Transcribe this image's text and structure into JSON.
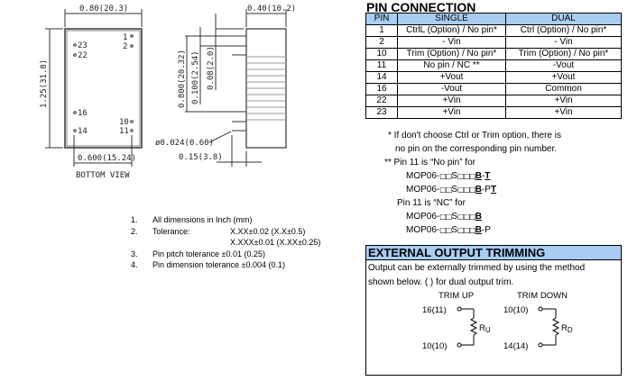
{
  "drawing": {
    "width_dim": "0.80(20.3)",
    "height_dim": "1.25(31.8)",
    "pin_span_dim": "0.600(15.24)",
    "bottom_view_label": "BOTTOM VIEW",
    "pins": {
      "p1": "1",
      "p2": "2",
      "p23": "23",
      "p22": "22",
      "p16": "16",
      "p10": "10",
      "p14": "14",
      "p11": "11"
    },
    "depth_dim": "0.40(10.2)",
    "pin_row_dim": "0.800(20.32)",
    "pitch_dim": "0.100(2.54)",
    "offset_dim": "0.08(2.0)",
    "pin_dia_dim": "ø0.024(0.60)",
    "pin_len_dim": "0.15(3.8)"
  },
  "dimensions_notes": [
    {
      "num": "1.",
      "text": "All dimensions in Inch (mm)"
    },
    {
      "num": "2.",
      "text": "Tolerance:",
      "v1": "X.XX±0.02 (X.X±0.5)",
      "v2": "X.XXX±0.01 (X.XX±0.25)"
    },
    {
      "num": "3.",
      "text": "Pin pitch tolerance ±0.01 (0.25)"
    },
    {
      "num": "4.",
      "text": "Pin dimension tolerance ±0.004 (0.1)"
    }
  ],
  "pin_connection": {
    "title": "PIN CONNECTION",
    "headers": [
      "PIN",
      "SINGLE",
      "DUAL"
    ],
    "rows": [
      [
        "1",
        "CtrlL (Option) / No pin*",
        "Ctrl (Option) / No pin*"
      ],
      [
        "2",
        "- Vin",
        "- Vin"
      ],
      [
        "10",
        "Trim (Option) / No pin*",
        "Trim (Option) / No pin*"
      ],
      [
        "11",
        "No pin / NC **",
        "-Vout"
      ],
      [
        "14",
        "+Vout",
        "+Vout"
      ],
      [
        "16",
        "-Vout",
        "Common"
      ],
      [
        "22",
        "+Vin",
        "+Vin"
      ],
      [
        "23",
        "+Vin",
        "+Vin"
      ]
    ],
    "notes": {
      "n1a": "* If don't choose Ctrl or Trim option, there is",
      "n1b": "no pin on the corresponding pin number.",
      "n2": "** Pin 11 is “No pin” for",
      "model_prefix": "MOP06-",
      "s": "S",
      "box": "□",
      "b": "B",
      "dash": "-",
      "t": "T",
      "p": "P",
      "n3": "Pin 11 is “NC” for"
    }
  },
  "trimming": {
    "title": "EXTERNAL OUTPUT TRIMMING",
    "text1": "Output can be externally trimmed by using the method",
    "text2": "shown below. ( ) for dual output trim.",
    "up_label": "TRIM UP",
    "down_label": "TRIM DOWN",
    "up_top": "16(11)",
    "up_bottom": "10(10)",
    "ru": "R",
    "ru_sub": "U",
    "down_top": "10(10)",
    "down_bottom": "14(14)",
    "rd": "R",
    "rd_sub": "D"
  }
}
